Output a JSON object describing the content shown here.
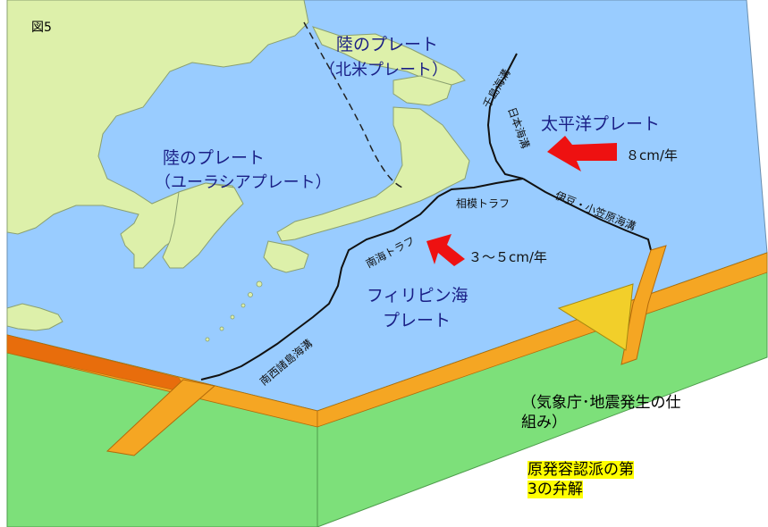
{
  "figure_label": "図5",
  "plates": {
    "north_american": {
      "line1": "陸のプレート",
      "line2": "（北米プレート）"
    },
    "eurasian": {
      "line1": "陸のプレート",
      "line2": "（ユーラシアプレート）"
    },
    "pacific": {
      "name": "太平洋プレート",
      "rate": "８cm/年"
    },
    "philippine": {
      "line1": "フィリピン海",
      "line2": "プレート",
      "rate": "３～５cm/年"
    }
  },
  "boundaries": {
    "kuril_trench": "千島海溝",
    "japan_trench": "日本海溝",
    "sagami_trough": "相模トラフ",
    "izu_ogasawara_trench": "伊豆・小笠原海溝",
    "nankai_trough": "南海トラフ",
    "nansei_islands_trench": "南西諸島海溝"
  },
  "source_note": "（気象庁･地震発生の仕組み）",
  "highlight_note_line1": "原発容認派の第",
  "highlight_note_line2": "3の弁解",
  "colors": {
    "ocean": "#99ccff",
    "land": "#ddf0aa",
    "plate_orange": "#f5a623",
    "plate_orange_dark": "#e86d0c",
    "plate_side_green": "#7de07a",
    "wedge_yellow": "#f2cf2a",
    "arrow_red": "#ee1111",
    "plate_label_navy": "#1a1f86"
  }
}
